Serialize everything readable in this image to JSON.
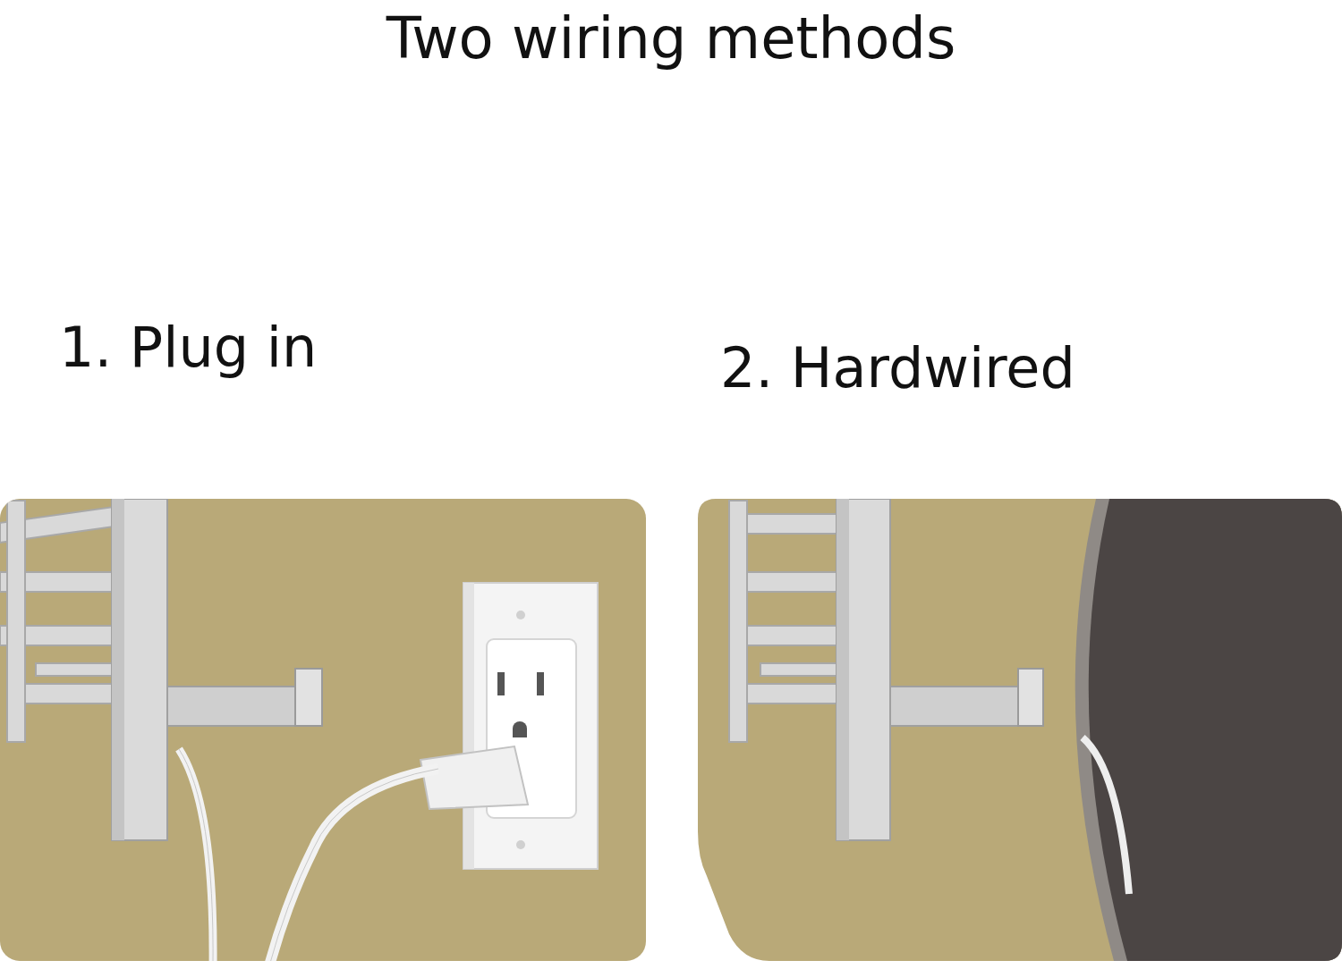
{
  "diagram": {
    "title": "Two wiring methods",
    "labels": [
      "1. Plug in",
      "2. Hardwired"
    ]
  }
}
